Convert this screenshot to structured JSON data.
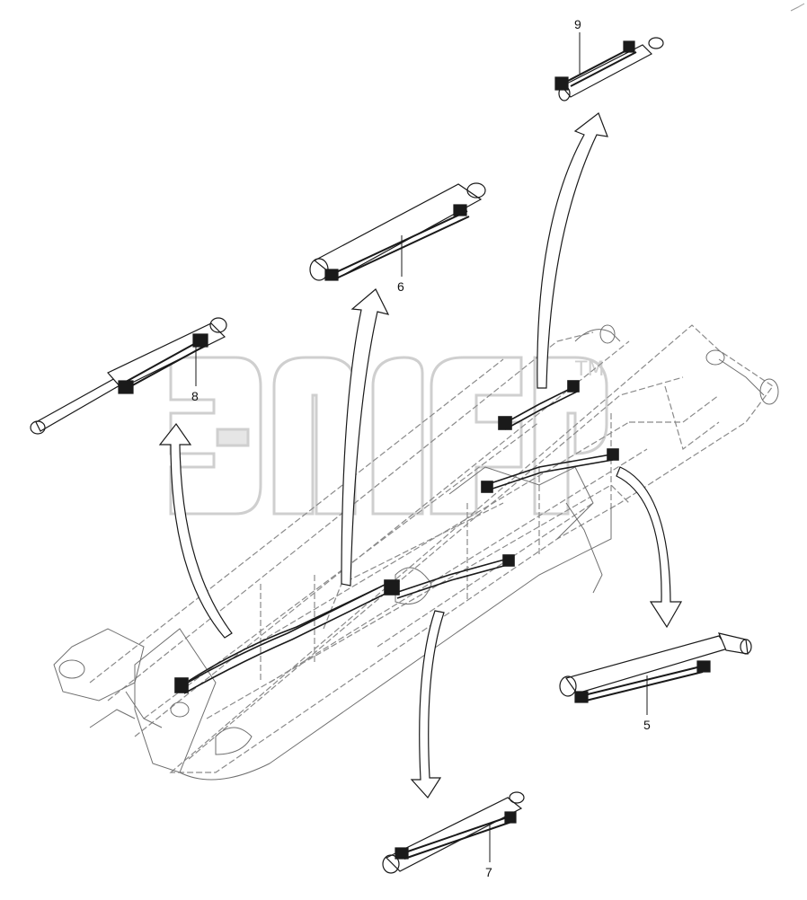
{
  "callouts": [
    {
      "id": "5",
      "label": "5"
    },
    {
      "id": "6",
      "label": "6"
    },
    {
      "id": "7",
      "label": "7"
    },
    {
      "id": "8",
      "label": "8"
    },
    {
      "id": "9",
      "label": "9"
    }
  ],
  "watermark": {
    "tm": "TM"
  },
  "colors": {
    "line": "#1a1a1a",
    "faint": "#9a9a9a",
    "watermark": "#d0d0d0",
    "background": "#ffffff"
  }
}
